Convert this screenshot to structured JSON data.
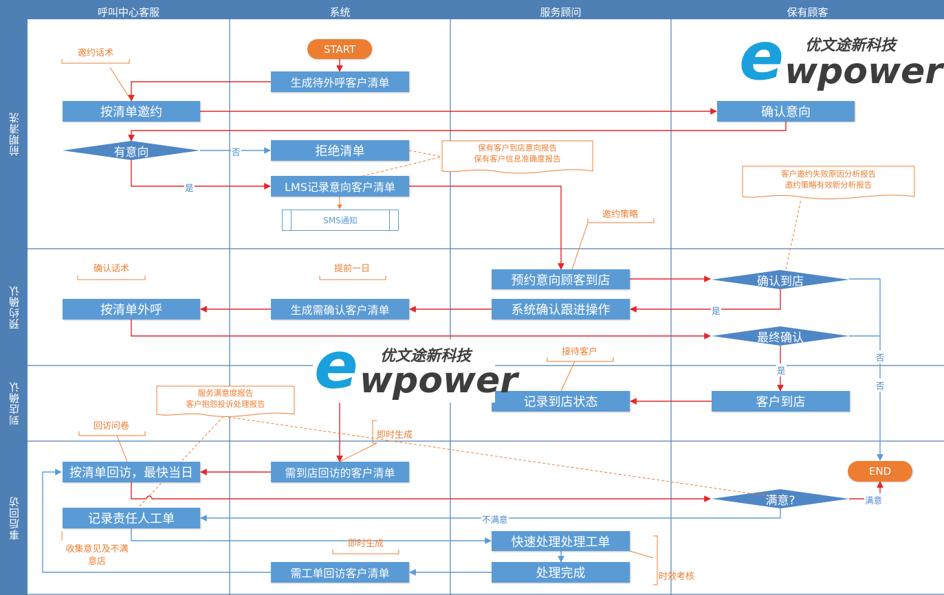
{
  "columns": [
    "呼叫中心客服",
    "系统",
    "服务顾问",
    "保有顾客"
  ],
  "lanes": [
    "前期清洗",
    "预约确认",
    "到店确认",
    "事后回访"
  ],
  "terminals": {
    "start": "START",
    "end": "END"
  },
  "processes": {
    "gen_list": "生成待外呼客户清单",
    "invite_by_list": "按清单邀约",
    "confirm_intent": "确认意向",
    "reject_list": "拒绝清单",
    "lms_record": "LMS记录意向客户清单",
    "sms_notify": "SMS通知",
    "book_customer": "预约意向顾客到店",
    "call_by_list": "按清单外呼",
    "gen_confirm_list": "生成需确认客户清单",
    "system_followup": "系统确认跟进操作",
    "record_arrival": "记录到店状态",
    "customer_arrival": "客户到店",
    "revisit_by_list": "按清单回访，最快当日",
    "revisit_list": "需到店回访的客户清单",
    "record_ticket": "记录责任人工单",
    "quick_process": "快速处理处理工单",
    "process_done": "处理完成",
    "ticket_revisit_list": "需工单回访客户清单"
  },
  "decisions": {
    "has_intent": "有意向",
    "confirm_store": "确认到店",
    "final_confirm": "最终确认",
    "satisfied": "满意?"
  },
  "edge_labels": {
    "no": "否",
    "yes": "是",
    "satisfied": "满意",
    "not_satisfied": "不满意"
  },
  "notes": {
    "invite_script": "邀约话术",
    "invite_strategy": "邀约策略",
    "confirm_script": "确认话术",
    "one_day_ahead": "提前一日",
    "reception": "接待客户",
    "revisit_survey": "回访问卷",
    "instant_gen_1": "即时生成",
    "instant_gen_2": "即时生成",
    "collect_opinion": "收集意见及不满意店",
    "timeliness": "时效考核"
  },
  "reports": {
    "store_intent": [
      "保有客户到店意向报告",
      "保有客户信息准确度报告"
    ],
    "invite_fail": [
      "客户邀约失败原因分析报告",
      "邀约策略有效新分析报告"
    ],
    "satisfaction": [
      "服务满意度报告",
      "客户抱怨投诉处理报告"
    ]
  },
  "logo": {
    "cn": "优文途新科技",
    "en_initial": "e",
    "en_rest": "wpower"
  },
  "colors": {
    "header_bg": "#4e7fb5",
    "box_fill": "#5b9bd5",
    "terminal_fill": "#ed7d31",
    "flow_red": "#e3262a",
    "flow_blue": "#5b9bd5",
    "note_orange": "#ed7d31",
    "lane_line": "#4e7fb5"
  }
}
